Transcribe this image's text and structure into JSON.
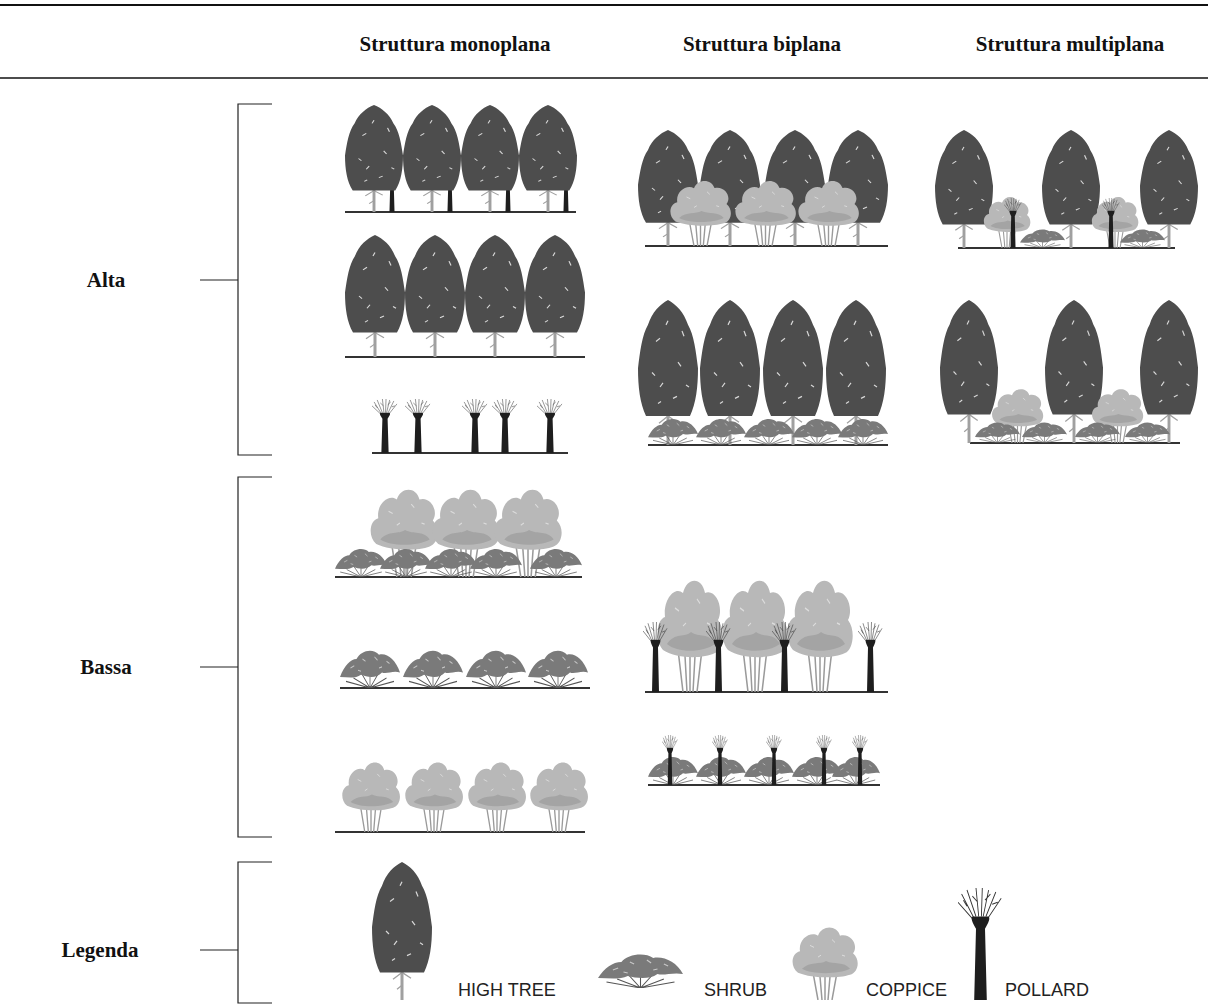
{
  "diagram": {
    "labels": [
      "Struttura monoplana",
      "Struttura biplana",
      "Struttura multiplana",
      "Alta",
      "Bassa",
      "Legenda"
    ],
    "legend": [
      {
        "text": "HIGH TREE"
      },
      {
        "text": "SHRUB"
      },
      {
        "text": "COPPICE"
      },
      {
        "text": "POLLARD"
      }
    ]
  }
}
